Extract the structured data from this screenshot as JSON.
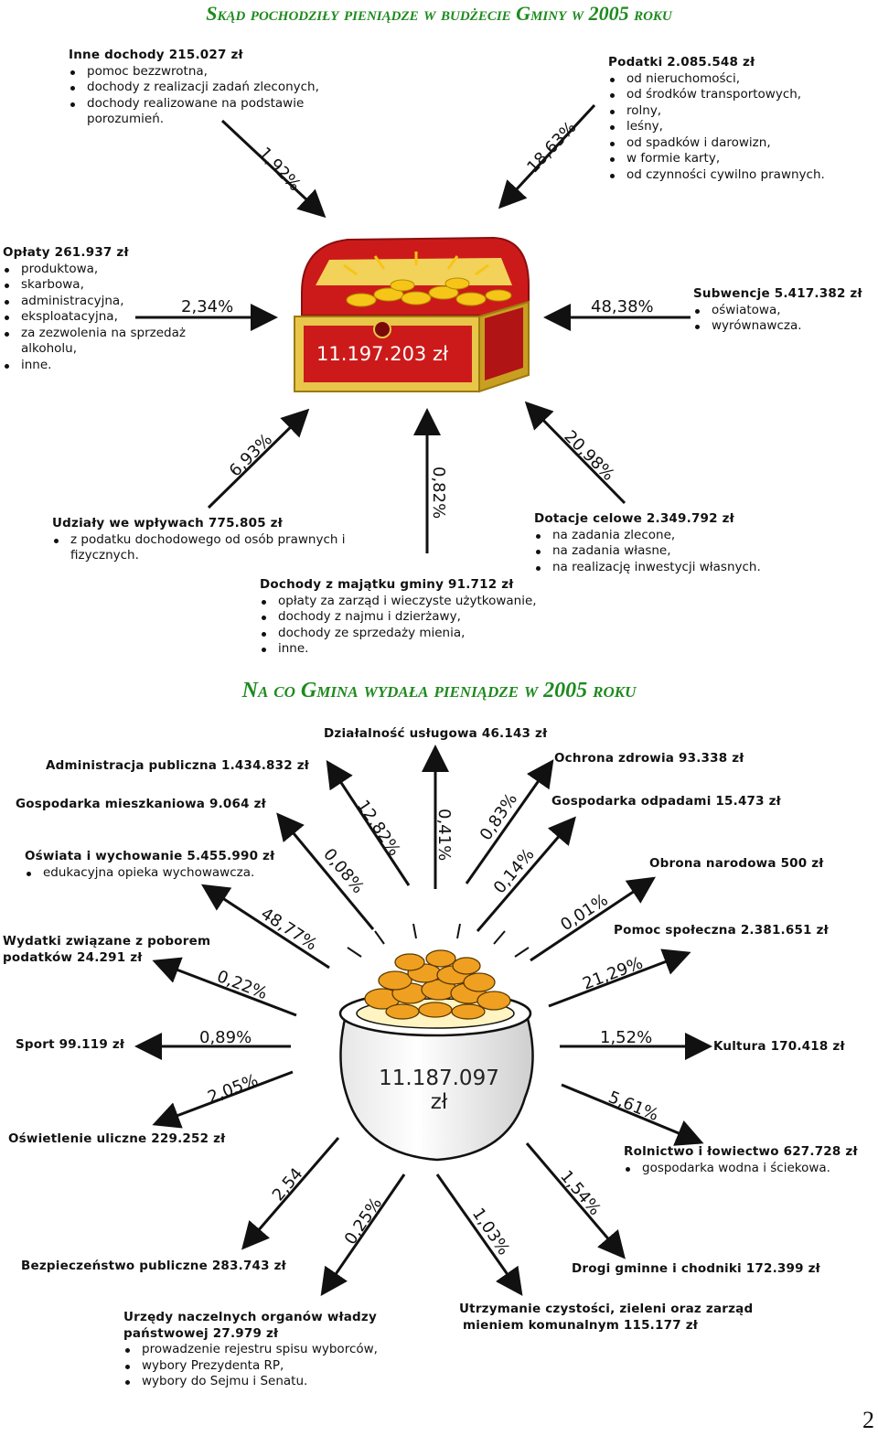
{
  "income": {
    "title_first": "S",
    "title_rest": "kąd pochodziły pieniądze w budżecie",
    "title_first2": "G",
    "title_rest2": "miny w",
    "year": "2005",
    "title_end": "roku",
    "total": "11.197.203 zł",
    "items": [
      {
        "title": "Inne dochody 215.027 zł",
        "bullets": [
          "pomoc bezzwrotna,",
          "dochody z realizacji zadań zleconych,",
          "dochody realizowane na podstawie"
        ],
        "extra": "porozumień.",
        "percent": "1,92%"
      },
      {
        "title": "Podatki 2.085.548 zł",
        "bullets": [
          "od nieruchomości,",
          "od środków transportowych,",
          "rolny,",
          "leśny,",
          "od spadków i darowizn,",
          "w formie karty,",
          "od czynności cywilno prawnych."
        ],
        "percent": "18,63%"
      },
      {
        "title": "Opłaty 261.937 zł",
        "bullets": [
          "produktowa,",
          "skarbowa,",
          "administracyjna,",
          "eksploatacyjna,",
          "za zezwolenia na sprzedaż"
        ],
        "extra": "alkoholu,",
        "bullets2": [
          "inne."
        ],
        "percent": "2,34%"
      },
      {
        "title": "Subwencje 5.417.382 zł",
        "bullets": [
          "oświatowa,",
          "wyrównawcza."
        ],
        "percent": "48,38%"
      },
      {
        "title": "Udziały we wpływach 775.805 zł",
        "bullets": [
          "z podatku dochodowego od osób prawnych i"
        ],
        "extra": "fizycznych.",
        "percent": "6,93%"
      },
      {
        "title": "Dochody z majątku gminy 91.712 zł",
        "bullets": [
          "opłaty za zarząd i wieczyste użytkowanie,",
          "dochody z najmu i dzierżawy,",
          "dochody ze sprzedaży mienia,",
          "inne."
        ],
        "percent": "0,82%"
      },
      {
        "title": "Dotacje celowe 2.349.792 zł",
        "bullets": [
          "na zadania zlecone,",
          "na zadania własne,",
          "na realizację inwestycji własnych."
        ],
        "percent": "20,98%"
      }
    ]
  },
  "expense": {
    "title_first": "N",
    "title_rest": "a co",
    "title_first2": "G",
    "title_rest2": "mina wydała pieniądze w",
    "year": "2005",
    "title_end": "roku",
    "total_line1": "11.187.097",
    "total_line2": "zł",
    "items": [
      {
        "title": "Działalność usługowa 46.143 zł",
        "percent": "0,41%"
      },
      {
        "title": "Administracja publiczna 1.434.832 zł",
        "percent": "12,82%"
      },
      {
        "title": "Ochrona zdrowia 93.338 zł",
        "percent": "0,83%"
      },
      {
        "title": "Gospodarka mieszkaniowa 9.064 zł",
        "percent": "0,08%"
      },
      {
        "title": "Gospodarka odpadami 15.473 zł",
        "percent": "0,14%"
      },
      {
        "title": "Oświata i wychowanie 5.455.990 zł",
        "bullets": [
          "edukacyjna opieka wychowawcza."
        ],
        "percent": "48,77%"
      },
      {
        "title": "Obrona narodowa 500 zł",
        "percent": "0,01%"
      },
      {
        "title_lines": [
          "Wydatki związane z poborem",
          "podatków 24.291 zł"
        ],
        "percent": "0,22%"
      },
      {
        "title": "Pomoc społeczna 2.381.651 zł",
        "percent": "21,29%"
      },
      {
        "title": "Sport 99.119 zł",
        "percent": "0,89%"
      },
      {
        "title": "Kultura 170.418 zł",
        "percent": "1,52%"
      },
      {
        "title": "Oświetlenie uliczne 229.252 zł",
        "percent": "2,05%"
      },
      {
        "title": "Rolnictwo i łowiectwo 627.728 zł",
        "bullets": [
          "gospodarka wodna i ściekowa."
        ],
        "percent": "5,61%"
      },
      {
        "title": "Bezpieczeństwo publiczne 283.743 zł",
        "percent": "2,54"
      },
      {
        "title": "Drogi gminne i chodniki 172.399 zł",
        "percent": "1,54%"
      },
      {
        "title_lines": [
          "Urzędy naczelnych organów władzy",
          "państwowej 27.979 zł"
        ],
        "bullets": [
          "prowadzenie rejestru spisu wyborców,",
          "wybory Prezydenta RP,",
          "wybory do Sejmu i Senatu."
        ],
        "percent": "0,25%"
      },
      {
        "title_lines": [
          "Utrzymanie czystości, zieleni oraz zarząd",
          "mieniem komunalnym 115.177 zł"
        ],
        "percent": "1,03%"
      }
    ]
  },
  "page_number": "2",
  "colors": {
    "heading": "#1e8a1e",
    "chest_red": "#cc1a1a",
    "gold": "#f5c518",
    "arrow": "#111111"
  }
}
